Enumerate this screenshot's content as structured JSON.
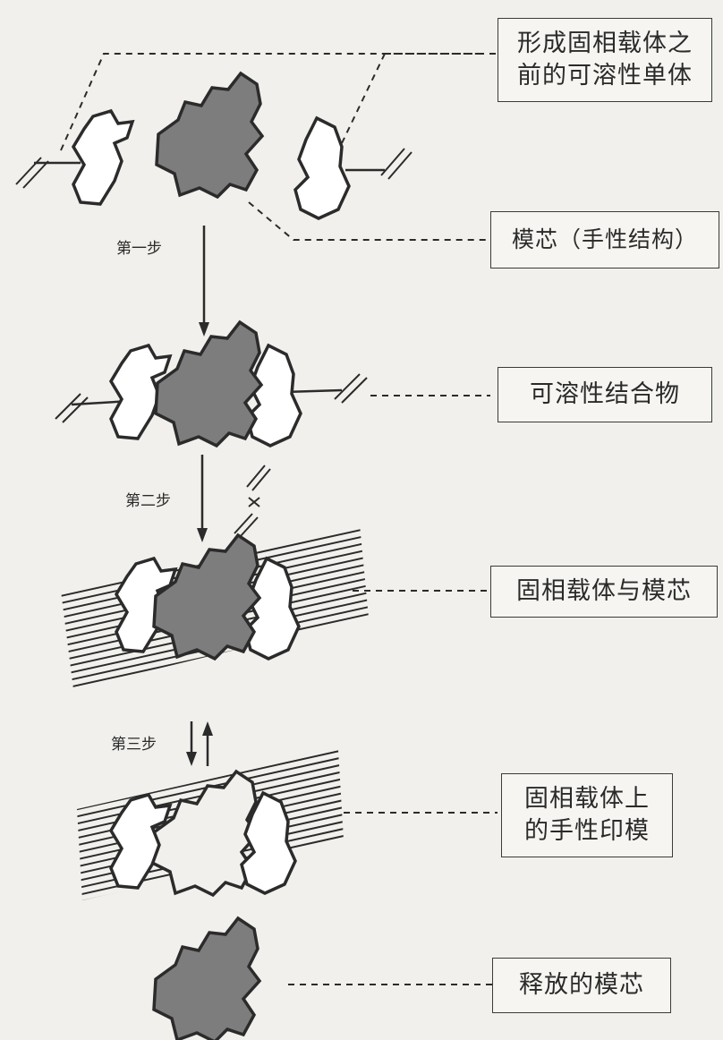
{
  "labels": {
    "monomers": "形成固相载体之\n前的可溶性单体",
    "template": "模芯（手性结构）",
    "soluble_complex": "可溶性结合物",
    "support_template": "固相载体与模芯",
    "chiral_imprint": "固相载体上\n的手性印模",
    "released_template": "释放的模芯"
  },
  "steps": {
    "step1": "第一步",
    "step2": "第二步",
    "step3": "第三步"
  },
  "colors": {
    "template_fill": "#7d7d7d",
    "monomer_fill": "#ffffff",
    "line": "#2b2b2b"
  }
}
